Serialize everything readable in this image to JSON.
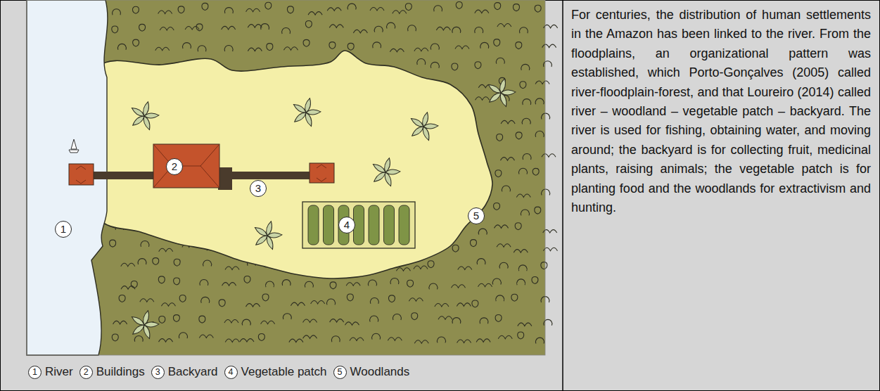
{
  "diagram": {
    "labels": [
      "1",
      "2",
      "3",
      "4",
      "5",
      "1",
      "2",
      "3",
      "4",
      "5",
      "For centuries, the distribution of human settlements in the Amazon has been linked to the river. From the floodplains, an organizational pattern was established, which Porto-Gonçalves (2005) called river-floodplain-forest, and that Loureiro (2014) called river – woodland – vegetable patch – backyard. The river is used for fishing, obtaining water, and moving around; the backyard is for collecting fruit, medicinal plants, raising animals; the vegetable patch is for planting food and the woodlands for extractivism and hunting."
    ],
    "legend": [
      {
        "text": "River"
      },
      {
        "text": "Buildings"
      },
      {
        "text": "Backyard"
      },
      {
        "text": "Vegetable patch"
      },
      {
        "text": "Woodlands"
      }
    ]
  }
}
